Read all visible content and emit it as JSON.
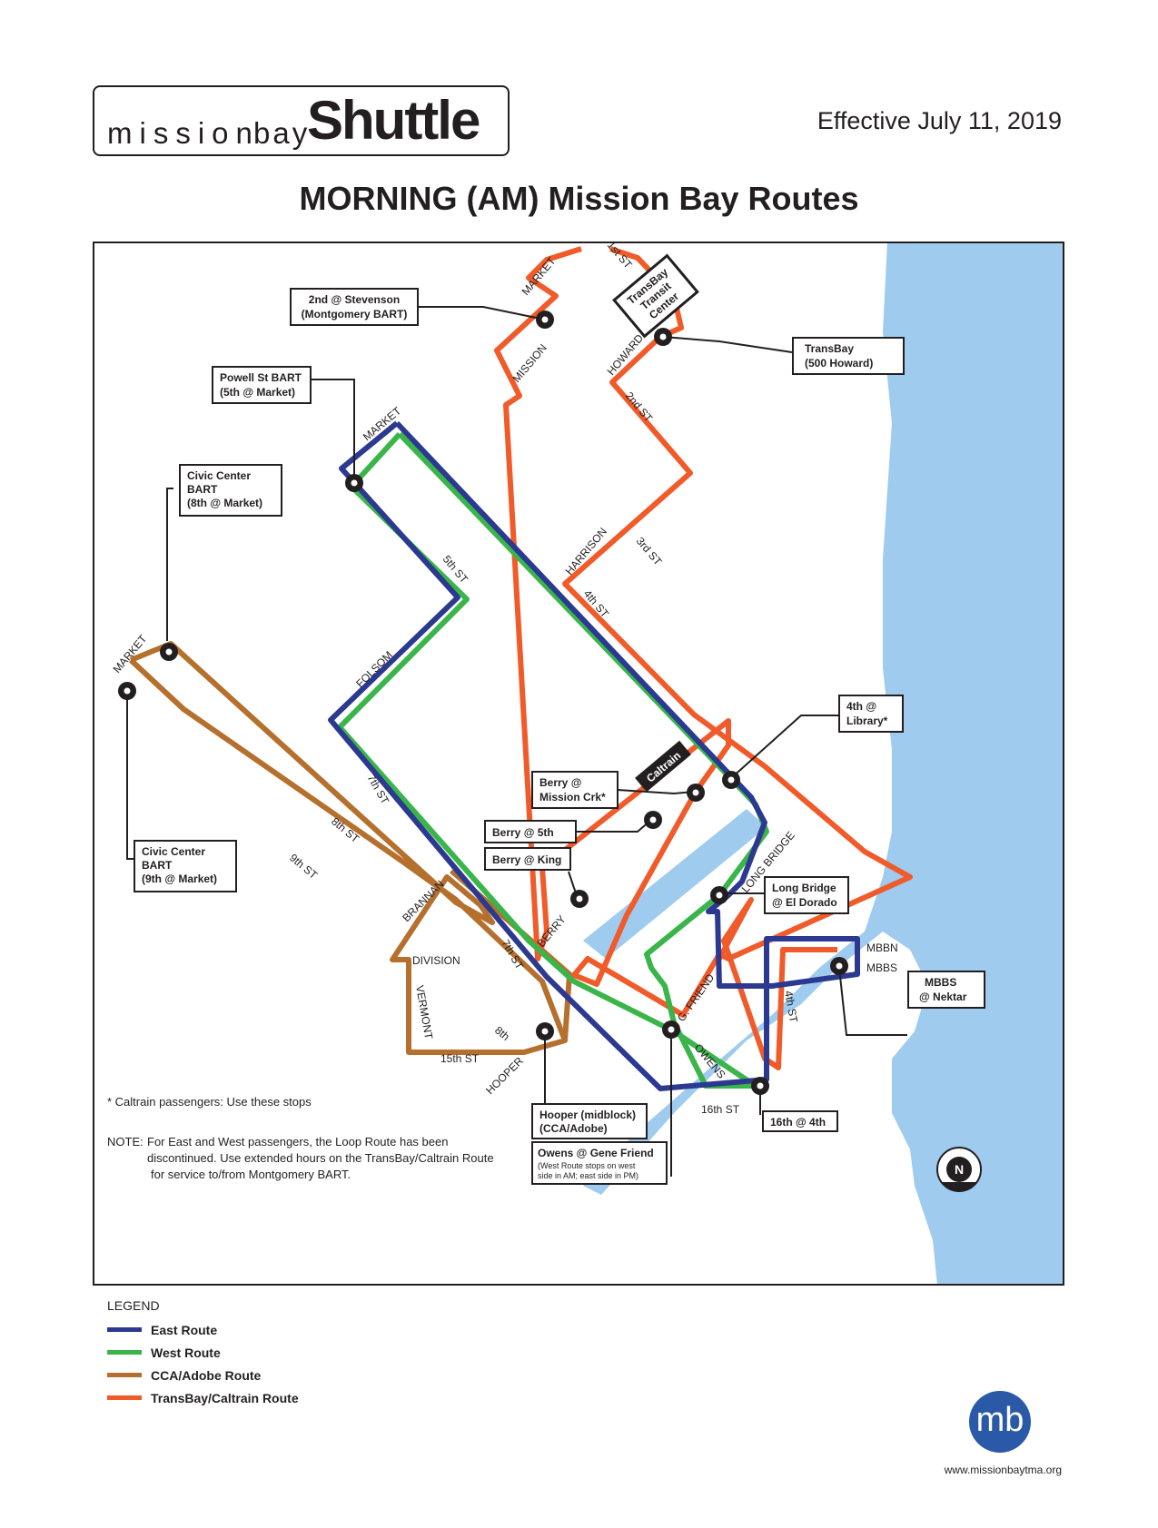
{
  "header": {
    "logo": {
      "mission": "mission",
      "bay": "bay",
      "shuttle": "Shuttle"
    },
    "effective": "Effective July 11, 2019",
    "title": "MORNING (AM) Mission Bay Routes"
  },
  "colors": {
    "east": "#2b3990",
    "west": "#3ab54a",
    "cca": "#b5702d",
    "transbay": "#f15a29",
    "water": "#9ecbee",
    "stop": "#231f20"
  },
  "stops": {
    "second_stevenson": [
      "2nd @ Stevenson",
      "(Montgomery BART)"
    ],
    "transbay_500_howard": [
      "TransBay",
      "(500 Howard)"
    ],
    "powell_bart": [
      "Powell St BART",
      "(5th @ Market)"
    ],
    "civic_center_8th": [
      "Civic Center",
      "BART",
      "(8th @ Market)"
    ],
    "civic_center_9th": [
      "Civic Center",
      "BART",
      "(9th @ Market)"
    ],
    "fourth_library": [
      "4th @",
      "Library*"
    ],
    "berry_mission_crk": [
      "Berry @",
      "Mission Crk*"
    ],
    "berry_5th": [
      "Berry @ 5th"
    ],
    "berry_king": [
      "Berry @ King"
    ],
    "long_bridge": [
      "Long Bridge",
      "@ El Dorado"
    ],
    "mbbs_nektar": [
      "MBBS",
      "@ Nektar"
    ],
    "hooper": [
      "Hooper (midblock)",
      "(CCA/Adobe)"
    ],
    "owens_gene_friend": [
      "Owens @ Gene Friend"
    ],
    "owens_note": [
      "(West Route stops on west",
      "side in AM; east side in PM)"
    ],
    "sixteenth_4th": [
      "16th @ 4th"
    ]
  },
  "transbay_center": [
    "TransBay",
    "Transit",
    "Center"
  ],
  "caltrain_label": "Caltrain",
  "streets": {
    "market": "MARKET",
    "first": "1st ST",
    "mission": "MISSION",
    "howard": "HOWARD",
    "second": "2nd ST",
    "third": "3rd ST",
    "harrison": "HARRISON",
    "fourth": "4th ST",
    "fifth": "5th ST",
    "folsom": "FOLSOM",
    "seventh": "7th ST",
    "eighth": "8th ST",
    "ninth": "9th ST",
    "brannan": "BRANNAN",
    "division": "DIVISION",
    "vermont": "VERMONT",
    "fifteenth": "15th ST",
    "hooper": "HOOPER",
    "eighth_short": "8th",
    "berry": "BERRY",
    "long_bridge": "LONG BRIDGE",
    "g_friend": "G. FRIEND",
    "owens": "OWENS",
    "sixteenth": "16th ST",
    "fourth_lower": "4th ST",
    "mbbn": "MBBN",
    "mbbs": "MBBS"
  },
  "compass": "N",
  "notes": {
    "caltrain": "*    Caltrain passengers: Use these stops",
    "note_label": "NOTE:",
    "note_line1": "For East and West passengers, the Loop Route has been",
    "note_line2": "discontinued. Use extended hours on the TransBay/Caltrain Route",
    "note_line3": "for service to/from Montgomery BART."
  },
  "legend": {
    "title": "LEGEND",
    "items": [
      {
        "label": "East Route",
        "color": "#2b3990"
      },
      {
        "label": "West Route",
        "color": "#3ab54a"
      },
      {
        "label": "CCA/Adobe Route",
        "color": "#b5702d"
      },
      {
        "label": "TransBay/Caltrain Route",
        "color": "#f15a29"
      }
    ]
  },
  "footer": {
    "mb_logo": "mb",
    "website": "www.missionbaytma.org"
  }
}
